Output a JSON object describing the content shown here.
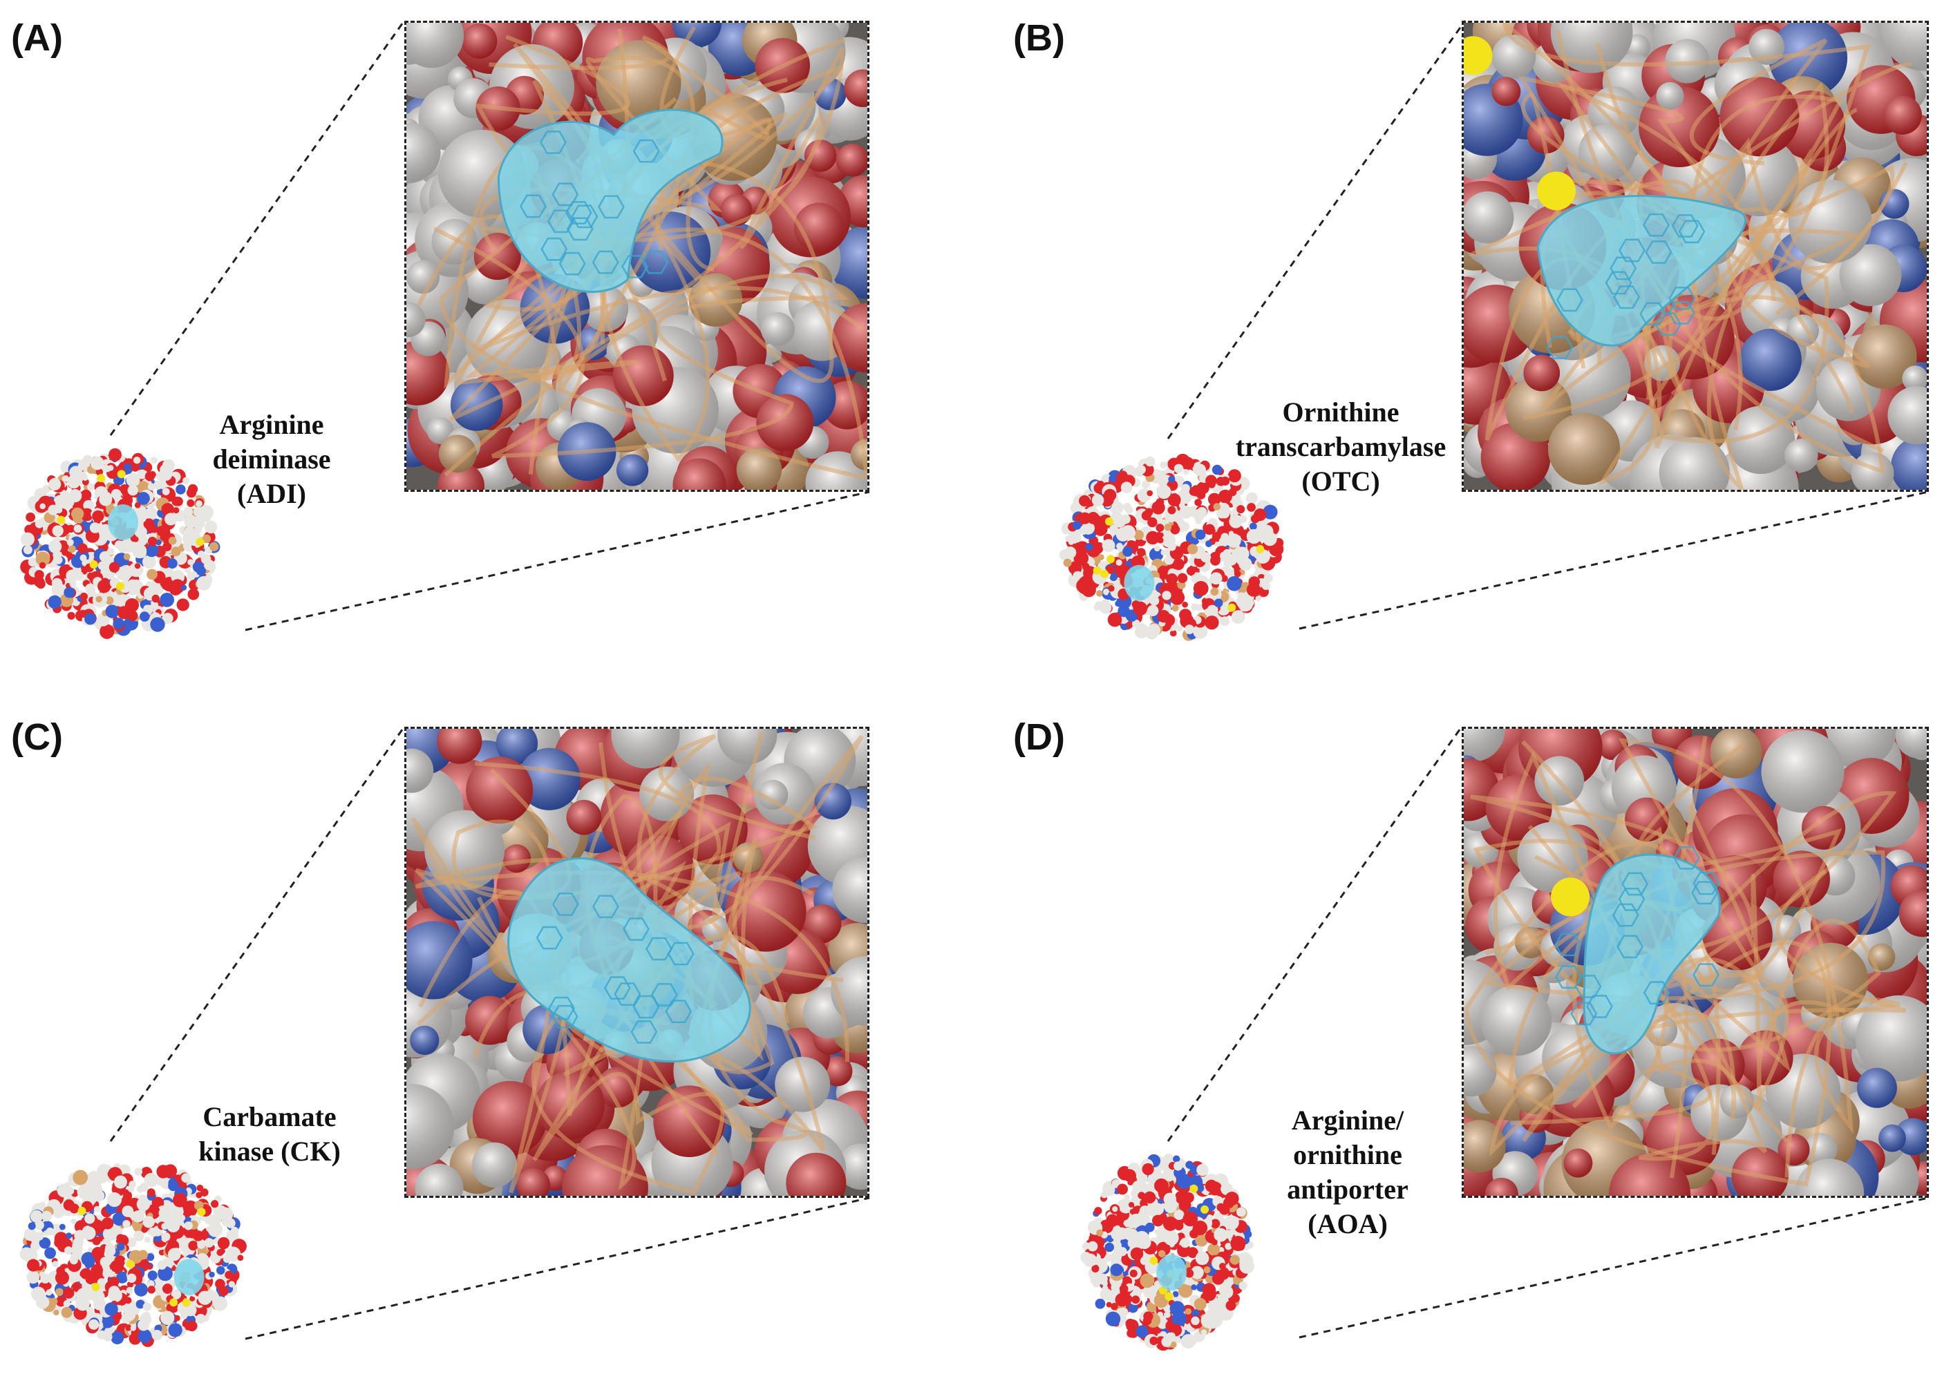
{
  "panels": [
    {
      "id": "A",
      "label": "(A)",
      "protein": "Arginine\ndeiminase\n(ADI)",
      "accent": "#7fd6ea"
    },
    {
      "id": "B",
      "label": "(B)",
      "protein": "Ornithine\ntranscarbamylase\n(OTC)",
      "accent": "#7fd6ea"
    },
    {
      "id": "C",
      "label": "(C)",
      "protein": "Carbamate\nkinase (CK)",
      "accent": "#7fd6ea"
    },
    {
      "id": "D",
      "label": "(D)",
      "protein": "Arginine/\nornithine\nantiporter\n(AOA)",
      "accent": "#7fd6ea"
    }
  ],
  "colors": {
    "oxygen": "#e0262a",
    "nitrogen": "#3a5fd0",
    "carbon": "#e8e6e3",
    "shadow": "#5e5a58",
    "ribbon": "#d9a46a",
    "sulfur": "#f2e31a",
    "ligand": "#7fd6ea"
  }
}
